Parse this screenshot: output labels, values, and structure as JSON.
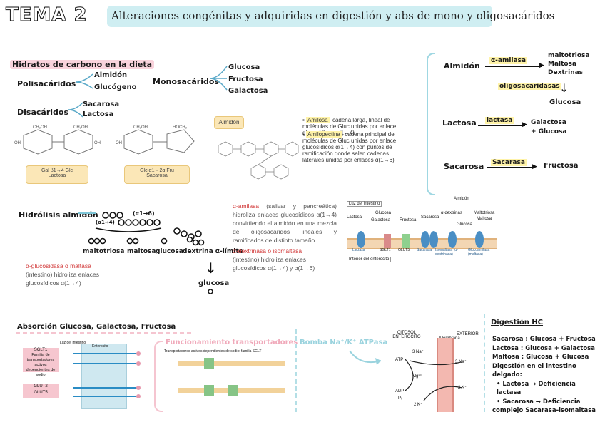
{
  "header": {
    "title": "TEMA 2",
    "subtitle": "Alteraciones congénitas y adquiridas en digestión y abs de mono y oligosacáridos"
  },
  "diet": {
    "heading": "Hidratos de carbono en la dieta",
    "polisacaridos": {
      "label": "Polisacáridos",
      "items": [
        "Almidón",
        "Glucógeno"
      ]
    },
    "monosacaridos": {
      "label": "Monosacáridos",
      "items": [
        "Glucosa",
        "Fructosa",
        "Galactosa"
      ]
    },
    "disacaridos": {
      "label": "Disacáridos",
      "items": [
        "Sacarosa",
        "Lactosa"
      ]
    },
    "lactose_box": [
      "Gal β1→4 Glc",
      "Lactosa"
    ],
    "sucrose_box": [
      "Glc α1→2α Fru",
      "Sacarosa"
    ],
    "almidon_tag": "Almidón",
    "amilosa_term": "Amilosa",
    "amilosa_text": ": cadena larga, lineal de moléculas de Gluc unidas por enlace glucosídicos α(1→4)",
    "amilopectina_term": "Amilopectina",
    "amilopectina_text": ": cadena principal de moléculas de Gluc unidas por enlace glucosídicos α(1→4) con puntos de ramificación donde salen cadenas laterales unidas por enlaces α(1→6)"
  },
  "digestion_right": {
    "almidon": "Almidón",
    "enzyme1": "α-amilasa",
    "products1": [
      "maltotriosa",
      "Maltosa",
      "Dextrinas"
    ],
    "enzyme2": "oligosacaridasas",
    "product2": "Glucosa",
    "lactosa": "Lactosa",
    "enzyme3": "lactasa",
    "products3": [
      "Galactosa",
      "+ Glucosa"
    ],
    "sacarosa": "Sacarosa",
    "enzyme4": "Sacarasa",
    "product4": "Fructosa"
  },
  "hydrolysis": {
    "heading": "Hidrólisis almidón",
    "bond1": "(α1→6)",
    "bond2": "(α1→4)",
    "products": [
      "maltotriosa",
      "maltosa",
      "glucosa",
      "dextrina α-límite"
    ],
    "final": "glucosa",
    "glucosidasa_term": "α-glucosidasa o maltasa",
    "glucosidasa_text": "(intestino) hidroliza enlaces glucosídicos α(1→4)",
    "amilasa_term": "α-amilasa",
    "amilasa_text": "(salivar y pancreática) hidroliza enlaces glucosídicos α(1→4) convirtiendo el almidón en una mezcla de oligosacáridos lineales y ramificados de distinto tamaño",
    "dextrinasa_term": "α-dextrinasa o isomaltasa",
    "dextrinasa_text": "(intestino) hidroliza enlaces glucosídicos α(1→4) y α(1→6)"
  },
  "enterocyte_diagram": {
    "luz": "Luz del intestino",
    "interior": "Interior del enterocito",
    "almidon": "Almidón",
    "labels": [
      "Lactosa",
      "Glucosa",
      "Galactosa",
      "Fructosa",
      "Sacarosa",
      "α-dextrinas",
      "Maltotriosa",
      "Maltosa",
      "Glucosa"
    ],
    "enzymes": [
      "Lactasa",
      "SGLT1",
      "GLUT5",
      "Sacarasa",
      "Isomaltasa (α-dextrinasa)",
      "Glucoamilasa (maltasa)"
    ]
  },
  "absorption": {
    "heading": "Absorción Glucosa, Galactosa, Fructosa",
    "functioning": "Funcionamiento transportadores",
    "pump": "Bomba Na⁺/K⁺ ATPasa",
    "sglt1_box": [
      "SGLT1",
      "Familia de",
      "transportadores activos",
      "dependientes de sodio"
    ],
    "glut_box": [
      "GLUT2",
      "GLUT5"
    ],
    "enterocito": "Enterocito",
    "luz": "Luz del intestino",
    "transp_title": "Transportadores activos dependientes de sodio: familia SGLT",
    "pump_labels": {
      "citosol": "CITOSOL ENTEROCITO",
      "membrana": "Membrana",
      "exterior": "EXTERIOR",
      "na_in": "3 Na⁺",
      "na_out": "3 Na⁺",
      "atp": "ATP",
      "mg": "Mg²⁺",
      "adp": "ADP",
      "pi": "Pᵢ",
      "k_in": "2 K⁺",
      "k_out": "2 K⁺"
    }
  },
  "summary": {
    "heading": "Digestión HC",
    "lines": [
      "Sacarosa : Glucosa + Fructosa",
      "Lactosa : Glucosa + Galactosa",
      "Maltosa : Glucosa + Glucosa",
      "Digestión en el intestino delgado:",
      "• Lactosa → Deficiencia lactasa",
      "• Sacarosa → Deficiencia",
      "complejo Sacarasa-isomaltasa"
    ]
  }
}
